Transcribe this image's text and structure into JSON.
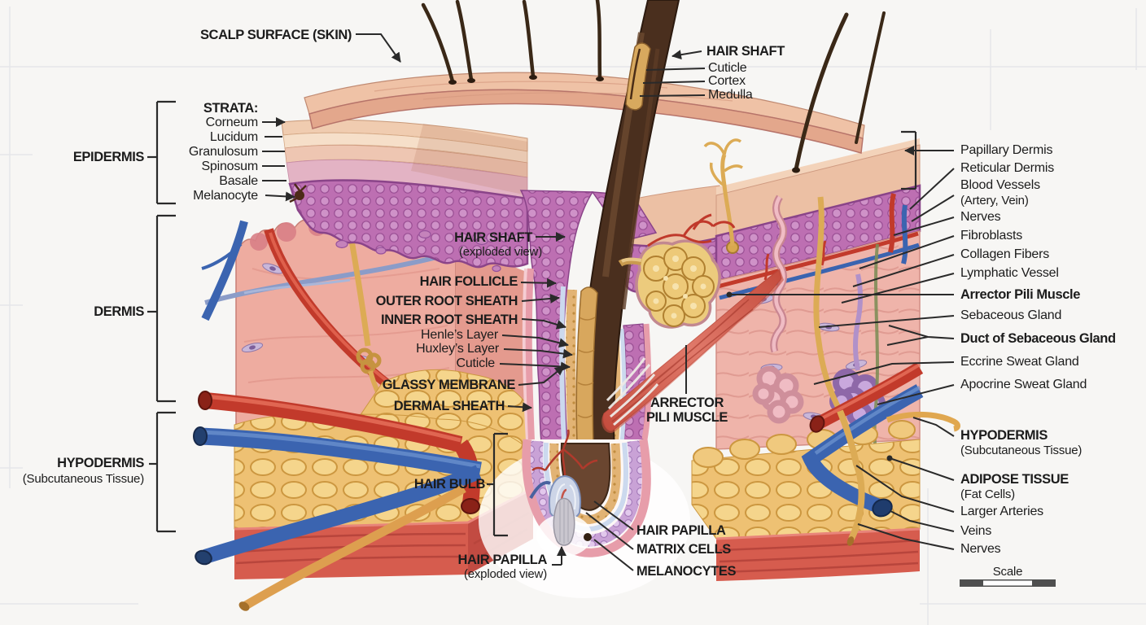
{
  "colors": {
    "background": "#f7f6f4",
    "label_text": "#1c1c1c",
    "leader_line": "#2a2a2a",
    "artery_red": "#c23a2b",
    "vein_blue": "#3b64b0",
    "nerve_yellow": "#dcab55",
    "fat_yellow": "#eec173",
    "muscle_red": "#d65c4e",
    "epidermis_purple": "#bd6fb2",
    "dermis_pink": "#efb4aa",
    "skin_tan": "#ecc0a4",
    "hair_brown": "#4a2f1e",
    "sebaceous_yellow": "#edc978",
    "eccrine_pink": "#e9aab3",
    "apocrine_purple": "#b18cc8",
    "glassy_blue": "#ccd9ee",
    "papilla_gray": "#c9c6ce"
  },
  "left": {
    "scalp_surface": "SCALP SURFACE (SKIN)",
    "strata_heading": "STRATA:",
    "strata": [
      "Corneum",
      "Lucidum",
      "Granulosum",
      "Spinosum",
      "Basale",
      "Melanocyte"
    ],
    "epidermis": "EPIDERMIS",
    "dermis": "DERMIS",
    "hypodermis": "HYPODERMIS",
    "hypodermis_sub": "(Subcutaneous Tissue)"
  },
  "hair_shaft_top": {
    "title": "HAIR SHAFT",
    "layers": [
      "Cuticle",
      "Cortex",
      "Medulla"
    ]
  },
  "follicle": {
    "hair_shaft": "HAIR SHAFT",
    "hair_shaft_sub": "(exploded view)",
    "hair_follicle": "HAIR FOLLICLE",
    "outer_root_sheath": "OUTER ROOT SHEATH",
    "inner_root_sheath": "INNER ROOT SHEATH",
    "henles_layer": "Henle’s Layer",
    "huxleys_layer": "Huxley’s Layer",
    "cuticle": "Cuticle",
    "glassy_membrane": "GLASSY MEMBRANE",
    "dermal_sheath": "DERMAL SHEATH",
    "hair_bulb": "HAIR BULB",
    "hair_papilla_exploded": "HAIR PAPILLA",
    "hair_papilla_exploded_sub": "(exploded view)",
    "arrector_line1": "ARRECTOR",
    "arrector_line2": "PILI MUSCLE",
    "hair_papilla": "HAIR PAPILLA",
    "matrix_cells": "MATRIX CELLS",
    "melanocytes": "MELANOCYTES"
  },
  "right_labels": [
    {
      "label": "Papillary Dermis"
    },
    {
      "label": "Reticular Dermis"
    },
    {
      "label": "Blood Vessels",
      "sub": "(Artery, Vein)"
    },
    {
      "label": "Nerves"
    },
    {
      "label": "Fibroblasts"
    },
    {
      "label": "Collagen Fibers"
    },
    {
      "label": "Lymphatic Vessel"
    },
    {
      "label": "Arrector Pili Muscle"
    },
    {
      "label": "Sebaceous Gland"
    },
    {
      "label": "Duct of Sebaceous Gland"
    },
    {
      "label": "Eccrine Sweat Gland"
    },
    {
      "label": "Apocrine Sweat Gland"
    },
    {
      "label": "HYPODERMIS",
      "sub": "(Subcutaneous Tissue)"
    },
    {
      "label": "ADIPOSE TISSUE",
      "sub": "(Fat Cells)"
    },
    {
      "label": "Larger Arteries"
    },
    {
      "label": "Veins"
    },
    {
      "label": "Nerves"
    }
  ],
  "scale": {
    "label": "Scale"
  }
}
